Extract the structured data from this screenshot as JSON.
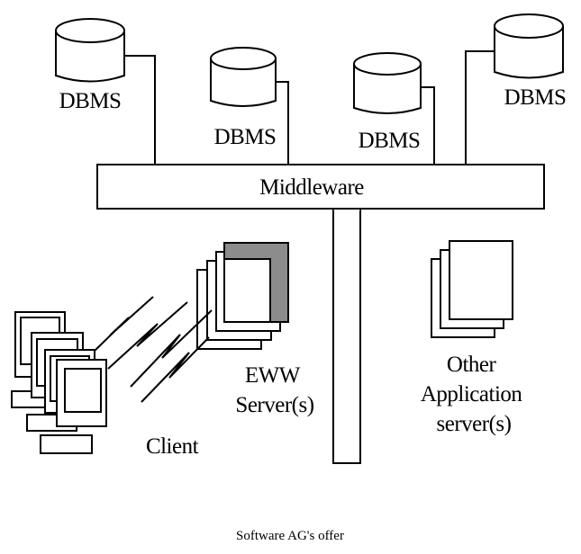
{
  "diagram": {
    "databases": [
      {
        "label": "DBMS"
      },
      {
        "label": "DBMS"
      },
      {
        "label": "DBMS"
      },
      {
        "label": "DBMS"
      }
    ],
    "middleware_label": "Middleware",
    "eww_server_lines": [
      "EWW",
      "Server(s)"
    ],
    "other_app_lines": [
      "Other",
      "Application",
      "server(s)"
    ],
    "client_label": "Client"
  },
  "caption": "Software AG's offer",
  "colors": {
    "line": "#000000",
    "background": "#ffffff",
    "shade": "#8c8c8c"
  }
}
